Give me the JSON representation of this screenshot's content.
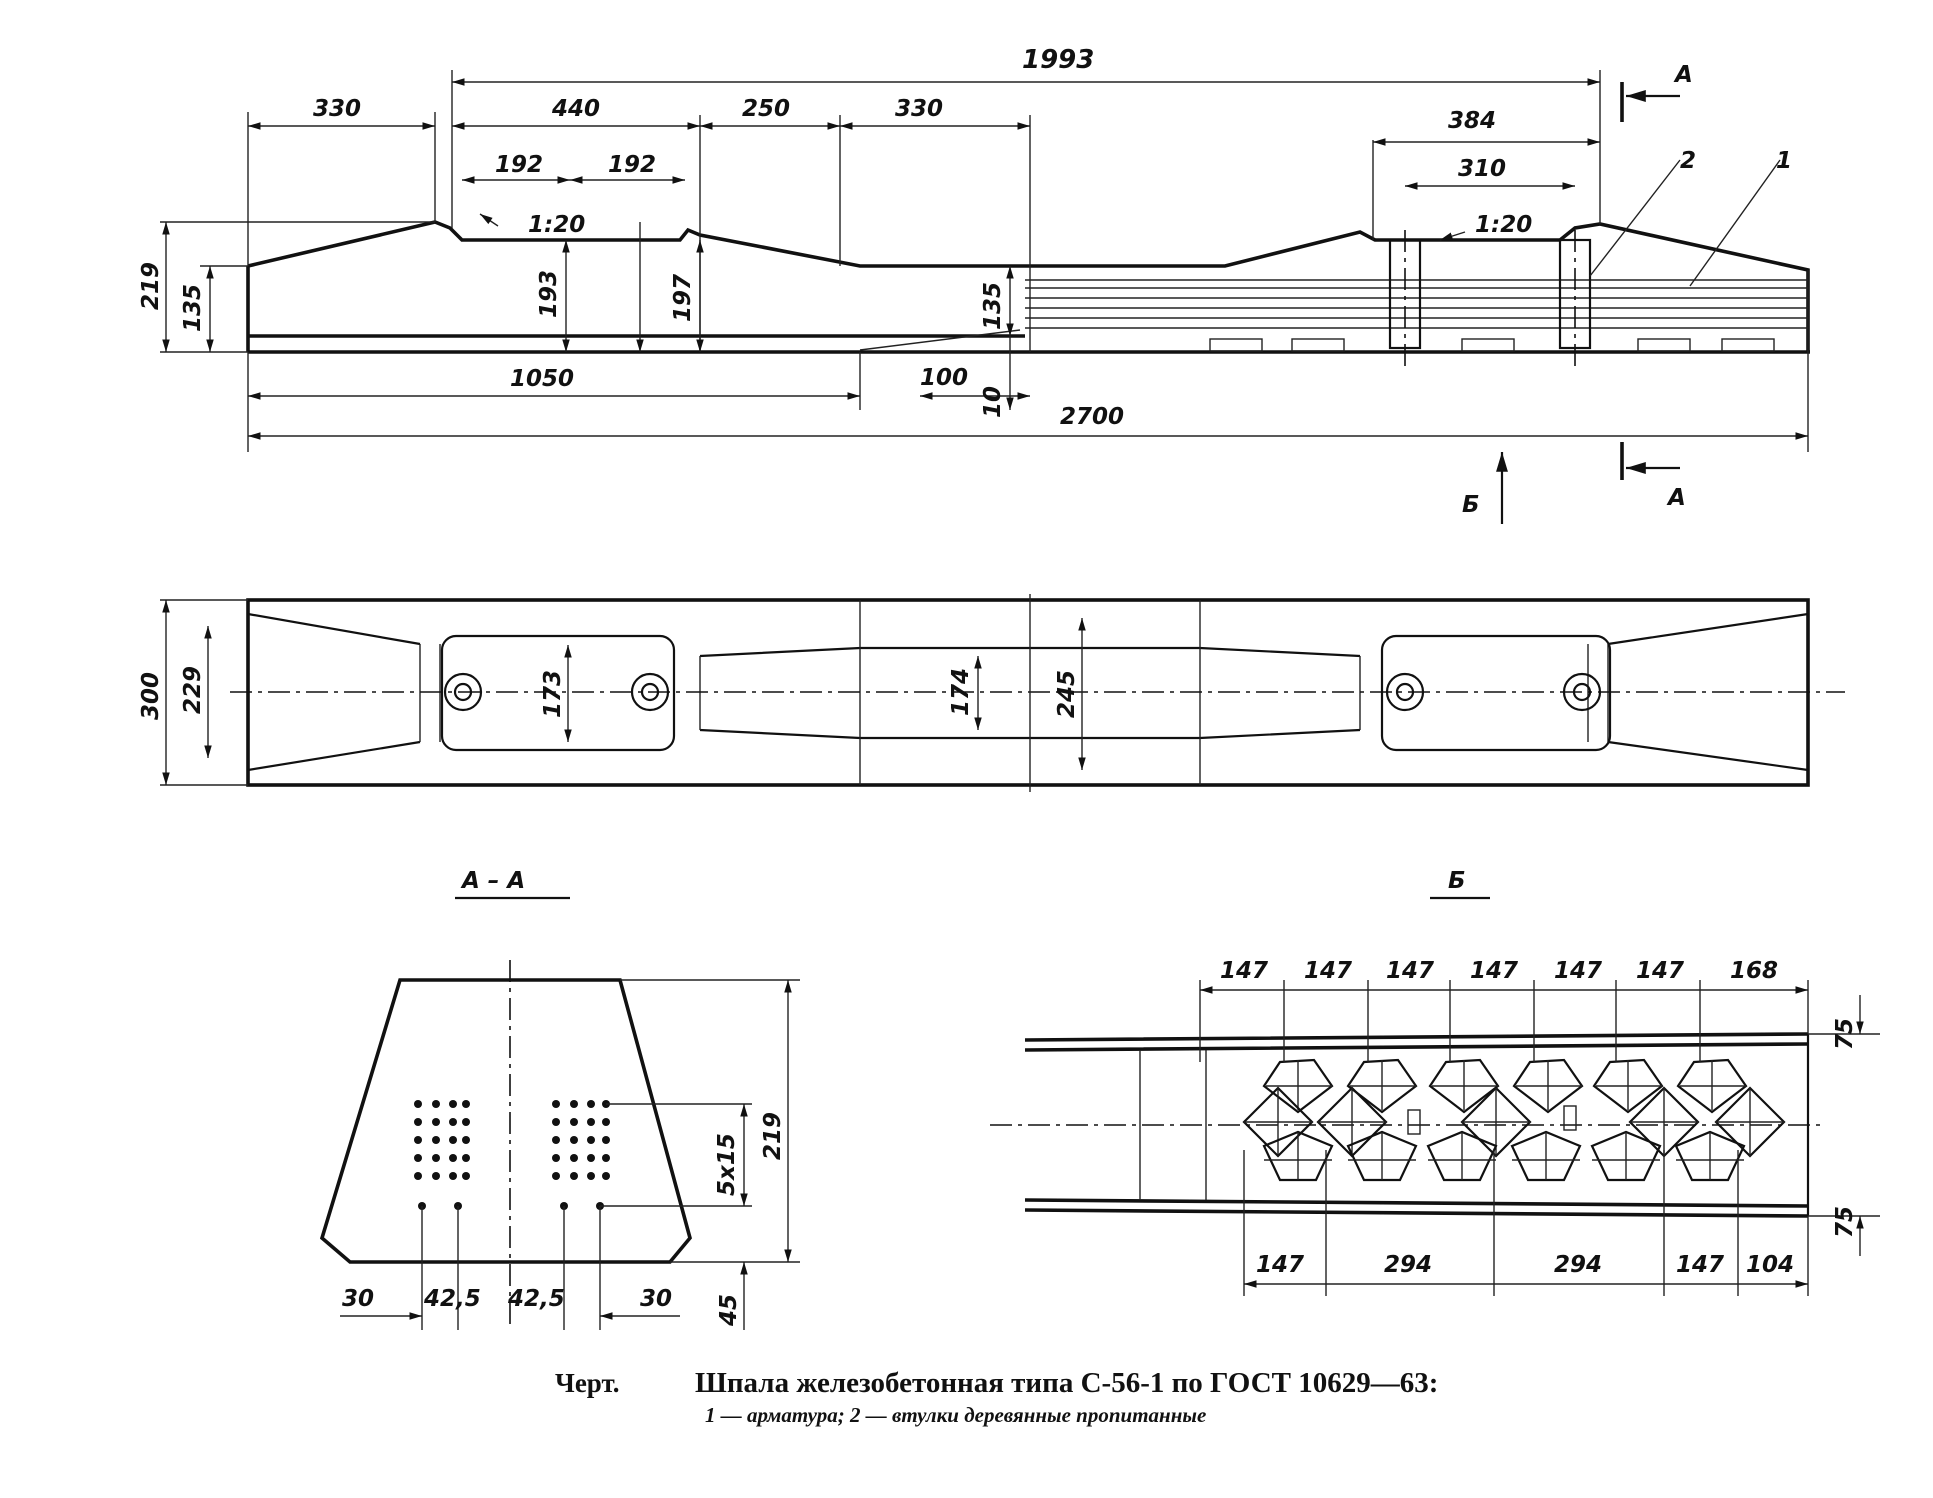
{
  "drawing": {
    "elevation": {
      "total_length": "2700",
      "rail_seat_span": "1993",
      "top_dims": [
        "330",
        "440",
        "250",
        "330"
      ],
      "seat_halves": [
        "192",
        "192"
      ],
      "right_seat_outer": "384",
      "right_seat_inner": "310",
      "slope_left": "1:20",
      "slope_right": "1:20",
      "end_height": "219",
      "end_height_inner": "135",
      "seat_height": "193",
      "seat_height_2": "197",
      "mid_height": "135",
      "half_length": "1050",
      "mid_length": "100",
      "base_offset": "10",
      "callout_1": "1",
      "callout_2": "2",
      "section_mark_top": "А",
      "section_mark_bottom": "А",
      "view_mark": "Б"
    },
    "plan": {
      "width_total": "300",
      "width_seat": "229",
      "width_pad": "173",
      "width_mid": "174",
      "width_center": "245"
    },
    "section_aa": {
      "title": "А – А",
      "height": "219",
      "base_height": "45",
      "wire_spacing": "5x15",
      "bottom_dims": [
        "30",
        "42,5",
        "42,5",
        "30"
      ]
    },
    "view_b": {
      "title": "Б",
      "top_dims": [
        "147",
        "147",
        "147",
        "147",
        "147",
        "147",
        "168"
      ],
      "bottom_dims": [
        "147",
        "294",
        "294",
        "147",
        "104"
      ],
      "side_dims": [
        "75",
        "75"
      ]
    }
  },
  "caption": {
    "label": "Черт.",
    "title": "Шпала железобетонная типа С-56-1 по ГОСТ 10629—63:",
    "subtitle": "1 — арматура; 2 — втулки деревянные пропитанные"
  }
}
